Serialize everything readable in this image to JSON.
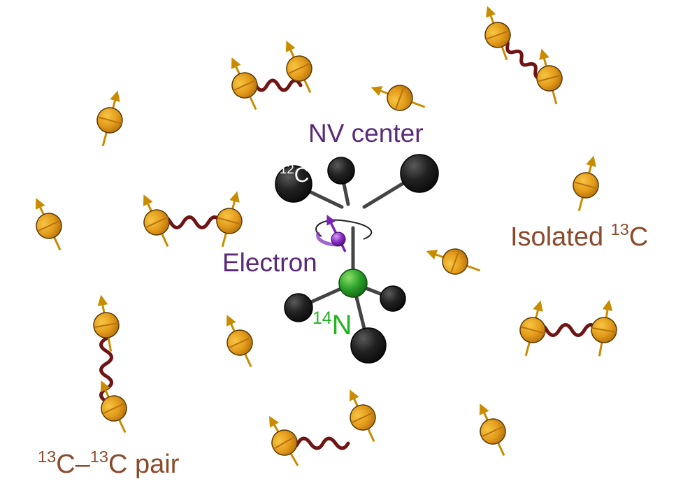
{
  "labels": {
    "nv_center": "NV center",
    "electron": "Electron",
    "nitrogen": {
      "sup": "14",
      "base": "N"
    },
    "carbon12": {
      "sup": "12",
      "base": "C"
    },
    "isolated": {
      "text": "Isolated ",
      "sup": "13",
      "base": "C"
    },
    "pair": {
      "sup1": "13",
      "base1": "C–",
      "sup2": "13",
      "base2": "C pair"
    }
  },
  "colors": {
    "nv_label": "#5a2a78",
    "electron_label": "#5a2a78",
    "nitrogen_label": "#22b422",
    "c13_label": "#8b4a2b",
    "c12_text": "#ffffff",
    "spin_fill": "#e39b1a",
    "spin_highlight": "#f7c544",
    "spin_stroke": "#5a3a00",
    "spin_arrow": "#c98c00",
    "coupling_wave": "#6e1414",
    "carbon_atom": "#1e1e1e",
    "nitrogen_atom": "#2aa02a",
    "electron_atom": "#8a2fc8",
    "bond": "#444444"
  }
}
